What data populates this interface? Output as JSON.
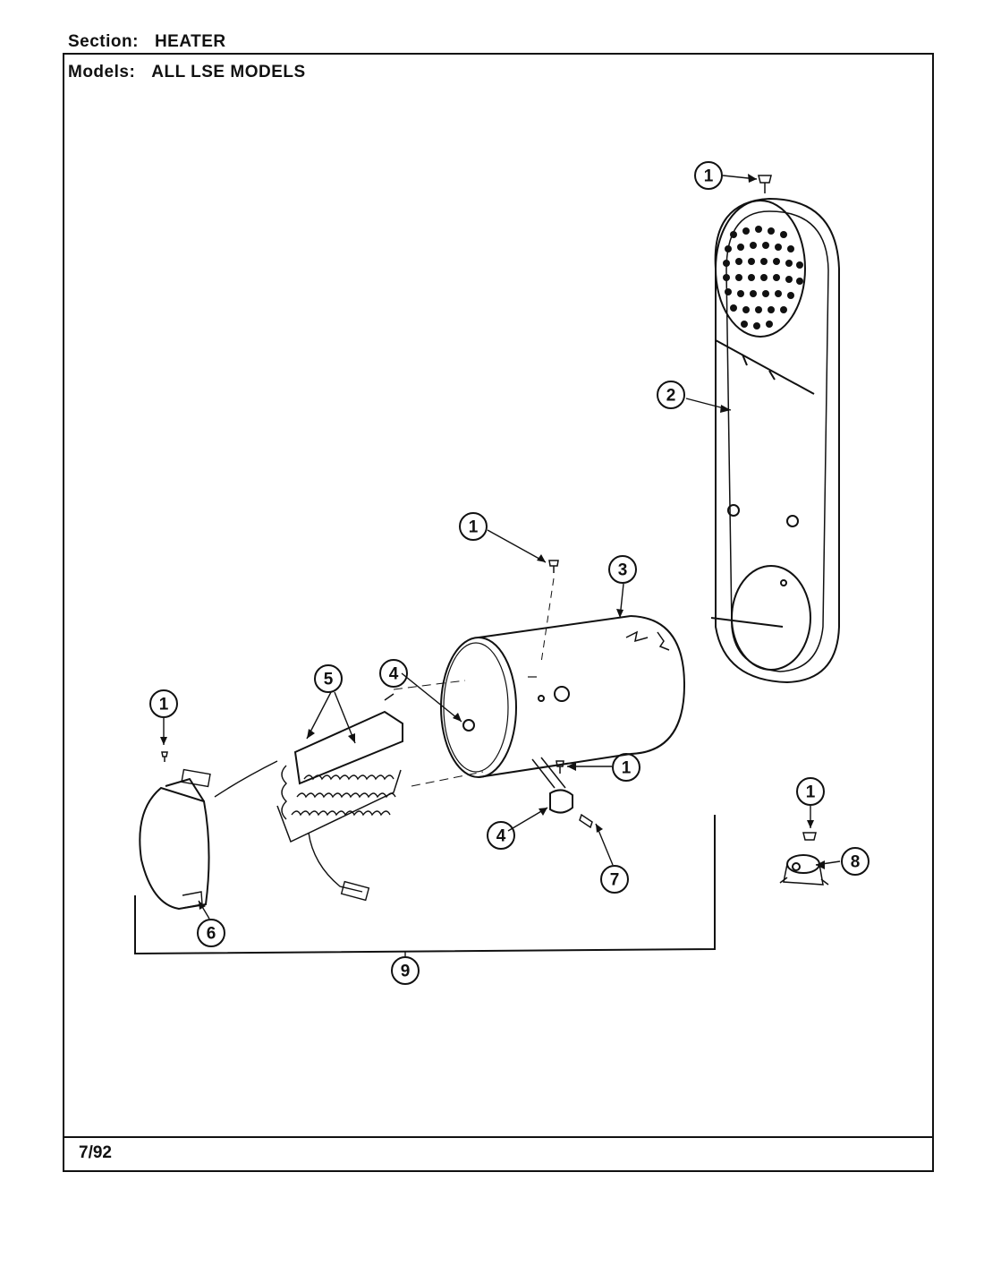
{
  "header": {
    "section_label": "Section:",
    "section_value": "HEATER",
    "models_label": "Models:",
    "models_value": "ALL LSE MODELS"
  },
  "footer": {
    "date": "7/92"
  },
  "callouts": {
    "c1a": "1",
    "c1b": "1",
    "c1c": "1",
    "c1d": "1",
    "c1e": "1",
    "c2": "2",
    "c3": "3",
    "c4a": "4",
    "c4b": "4",
    "c5": "5",
    "c6": "6",
    "c7": "7",
    "c8": "8",
    "c9": "9"
  }
}
